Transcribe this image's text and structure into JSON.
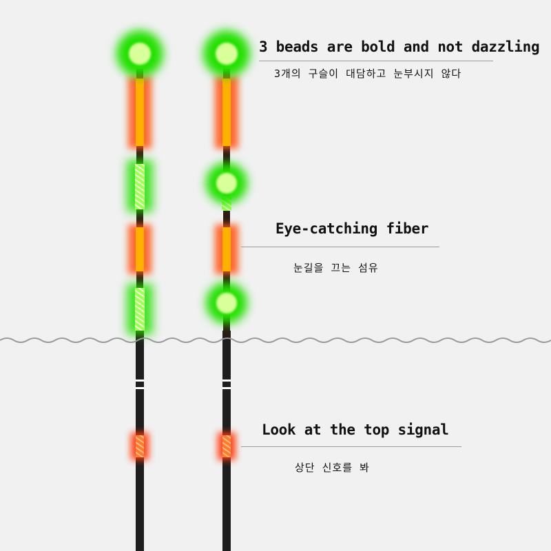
{
  "captions": {
    "beads": {
      "en": "3 beads are bold and not dazzling",
      "ko": "3개의 구슬이 대담하고 눈부시지 않다"
    },
    "fiber": {
      "en": "Eye-catching fiber",
      "ko": "눈길을 끄는 섬유"
    },
    "signal": {
      "en": "Look at the top signal",
      "ko": "상단 신호를 봐"
    }
  },
  "colors": {
    "background": "#f1f1f1",
    "glow_green": "#22e000",
    "bead_core": "#d8ff9a",
    "glow_orange": "#ff5a1a",
    "fiber_core": "#ffb000",
    "stem": "#1e1e1e",
    "waterline": "#9a9a9a",
    "text": "#111111"
  }
}
